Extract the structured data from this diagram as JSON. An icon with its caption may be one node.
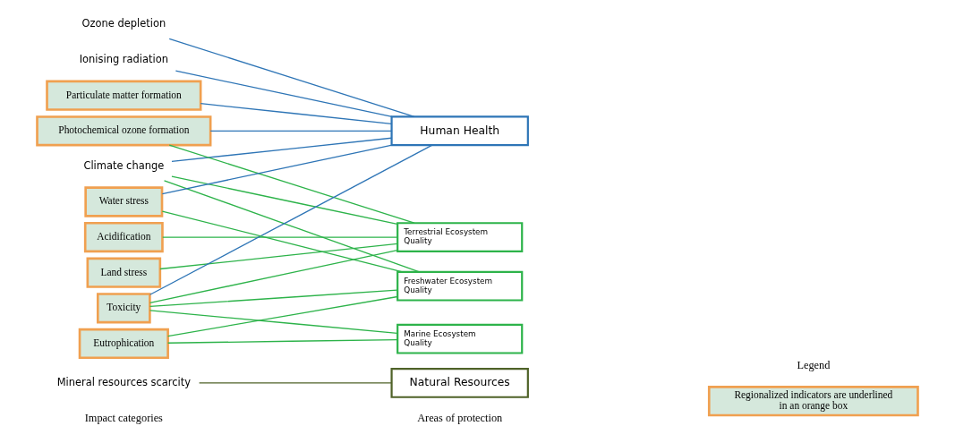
{
  "diagram": {
    "nodes": [
      {
        "text": [
          "Climate change"
        ]
      },
      {
        "text": [
          "Ozone depletion"
        ]
      },
      {
        "text": [
          "Ionising radiation"
        ]
      },
      {
        "text": [
          "Photochemical ozone formation"
        ]
      },
      {
        "text": [
          "Particulate matter formation"
        ]
      },
      {
        "text": [
          "Acidification"
        ]
      },
      {
        "text": [
          "Land stress"
        ]
      },
      {
        "text": [
          "Toxicity"
        ]
      },
      {
        "text": [
          "Eutrophication"
        ]
      },
      {
        "text": [
          "Water stress"
        ]
      },
      {
        "text": [
          "Mineral resources scarcity"
        ]
      },
      {
        "text": [
          "Human Health"
        ]
      },
      {
        "text": [
          "Terrestrial Ecosystem Quality"
        ]
      },
      {
        "text": [
          "Freshwater Ecosystem Quality"
        ]
      },
      {
        "text": [
          "Marine Ecosystem Quality"
        ]
      },
      {
        "text": [
          "Natural Resources"
        ]
      }
    ],
    "edges": [
      {
        "from": 0,
        "to": 11,
        "arrow": "none",
        "color": "#2e75b6"
      },
      {
        "from": 0,
        "to": 12,
        "arrow": "none"
      },
      {
        "from": 0,
        "to": 13,
        "arrow": "none"
      },
      {
        "from": 1,
        "to": 11,
        "arrow": "none",
        "color": "#2e75b6"
      },
      {
        "from": 2,
        "to": 11,
        "arrow": "none",
        "color": "#2e75b6"
      },
      {
        "from": 3,
        "to": 11,
        "arrow": "none",
        "color": "#2e75b6"
      },
      {
        "from": 3,
        "to": 12,
        "arrow": "none"
      },
      {
        "from": 4,
        "to": 11,
        "arrow": "none",
        "color": "#2e75b6"
      },
      {
        "from": 5,
        "to": 12,
        "arrow": "none"
      },
      {
        "from": 6,
        "to": 12,
        "arrow": "none"
      },
      {
        "from": 7,
        "to": 11,
        "arrow": "none",
        "color": "#2e75b6"
      },
      {
        "from": 7,
        "to": 12,
        "arrow": "none"
      },
      {
        "from": 7,
        "to": 13,
        "arrow": "none"
      },
      {
        "from": 7,
        "to": 14,
        "arrow": "none"
      },
      {
        "from": 8,
        "to": 13,
        "arrow": "none"
      },
      {
        "from": 8,
        "to": 14,
        "arrow": "none"
      },
      {
        "from": 9,
        "to": 11,
        "arrow": "none",
        "color": "#2e75b6"
      },
      {
        "from": 9,
        "to": 13,
        "arrow": "none"
      },
      {
        "from": 10,
        "to": 15,
        "arrow": "none",
        "color": "#4f6228"
      }
    ],
    "labels": [
      "Impact categories",
      "Areas of protection",
      "Legend"
    ],
    "legend": [
      {
        "text": "Regionalized indicators are underlined in an orange box"
      }
    ]
  }
}
